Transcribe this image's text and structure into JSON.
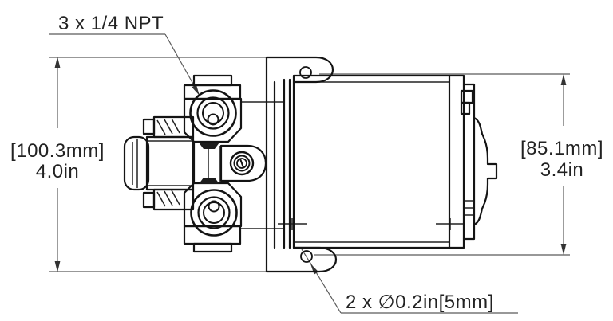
{
  "drawing": {
    "type": "engineering-dimension-drawing",
    "subject": "diaphragm pump side view",
    "colors": {
      "background": "#ffffff",
      "outline": "#141414",
      "dimension_line": "#5a5a5a",
      "text": "#222222"
    },
    "labels": {
      "ports": "3 x 1/4 NPT",
      "mount_holes": "2 x ∅0.2in[5mm]"
    },
    "dimensions": {
      "overall_height": {
        "metric": "[100.3mm]",
        "imperial": "4.0in"
      },
      "body_height": {
        "metric": "[85.1mm]",
        "imperial": "3.4in"
      }
    }
  }
}
